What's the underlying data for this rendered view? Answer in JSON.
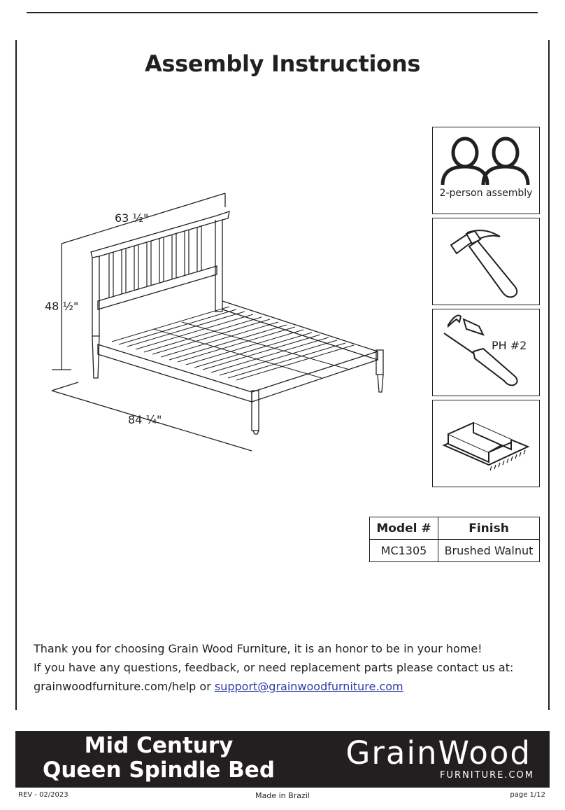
{
  "title": "Assembly Instructions",
  "dimensions": {
    "width": "63 ½\"",
    "height": "48 ½\"",
    "length": "84 ¼\""
  },
  "icons": [
    {
      "name": "two-person-icon",
      "label": "2-person assembly"
    },
    {
      "name": "hammer-icon",
      "label": ""
    },
    {
      "name": "screwdriver-icon",
      "label": "PH #2"
    },
    {
      "name": "protective-surface-icon",
      "label": ""
    }
  ],
  "spec_table": {
    "headers": [
      "Model #",
      "Finish"
    ],
    "rows": [
      [
        "MC1305",
        "Brushed Walnut"
      ]
    ]
  },
  "thanks": {
    "line1": "Thank you for choosing Grain Wood Furniture, it is an honor to be in your home!",
    "line2": "If you have any questions, feedback, or need replacement parts please contact us at:",
    "line3_prefix": "grainwoodfurniture.com/help or ",
    "support_email": "support@grainwoodfurniture.com"
  },
  "banner": {
    "product_line1": "Mid Century",
    "product_line2": "Queen Spindle Bed",
    "brand": "GrainWood",
    "brand_sub": "FURNITURE.COM",
    "background": "#231f20"
  },
  "footer": {
    "revision": "REV - 02/2023",
    "origin": "Made in Brazil",
    "page": "page 1/12"
  }
}
